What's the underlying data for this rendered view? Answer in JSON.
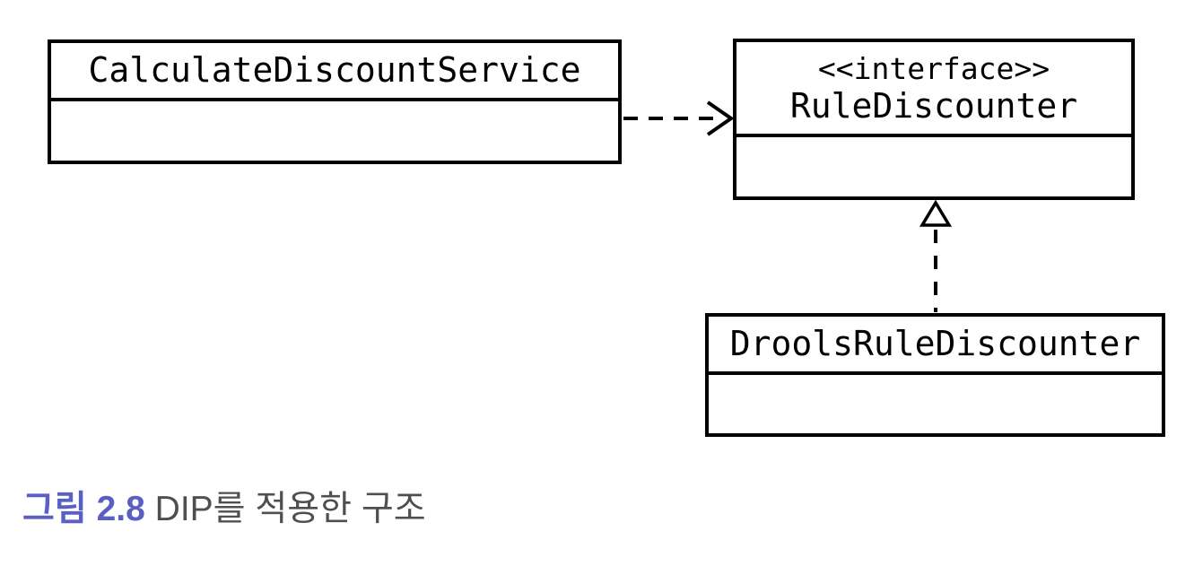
{
  "uml": {
    "service_class": {
      "name": "CalculateDiscountService"
    },
    "interface": {
      "stereotype": "<<interface>>",
      "name": "RuleDiscounter"
    },
    "impl_class": {
      "name": "DroolsRuleDiscounter"
    },
    "relations": {
      "dependency": {
        "type": "dependency",
        "from": "CalculateDiscountService",
        "to": "RuleDiscounter"
      },
      "realization": {
        "type": "realization",
        "from": "DroolsRuleDiscounter",
        "to": "RuleDiscounter"
      }
    }
  },
  "caption": {
    "label": "그림 2.8",
    "title": "DIP를 적용한 구조"
  },
  "colors": {
    "stroke": "#000000",
    "background": "#ffffff",
    "caption_label": "#5a5fc4",
    "caption_title": "#4f4f4f"
  }
}
